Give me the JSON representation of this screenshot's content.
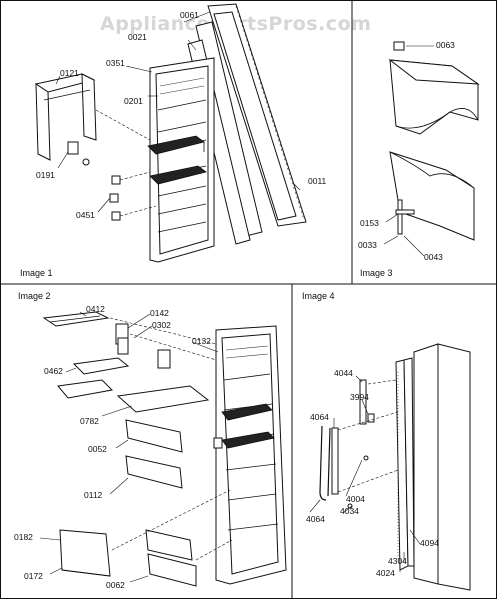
{
  "watermark": "AppliancePartsPros.com",
  "panels": {
    "image1": {
      "title": "Image 1"
    },
    "image2": {
      "title": "Image 2"
    },
    "image3": {
      "title": "Image 3"
    },
    "image4": {
      "title": "Image 4"
    }
  },
  "parts": {
    "p0121": "0121",
    "p0351": "0351",
    "p0201": "0201",
    "p0021": "0021",
    "p0061": "0061",
    "p0011": "0011",
    "p0191": "0191",
    "p0451": "0451",
    "p0063": "0063",
    "p0153": "0153",
    "p0033": "0033",
    "p0043": "0043",
    "p0412": "0412",
    "p0142": "0142",
    "p0302": "0302",
    "p0132": "0132",
    "p0462": "0462",
    "p0782": "0782",
    "p0052": "0052",
    "p0112": "0112",
    "p0182": "0182",
    "p0172": "0172",
    "p0062": "0062",
    "p4044": "4044",
    "p3994": "3994",
    "p4064a": "4064",
    "p4004": "4004",
    "p4064b": "4064",
    "p4034": "4034",
    "p4094": "4094",
    "p4304": "4304",
    "p4024": "4024"
  }
}
